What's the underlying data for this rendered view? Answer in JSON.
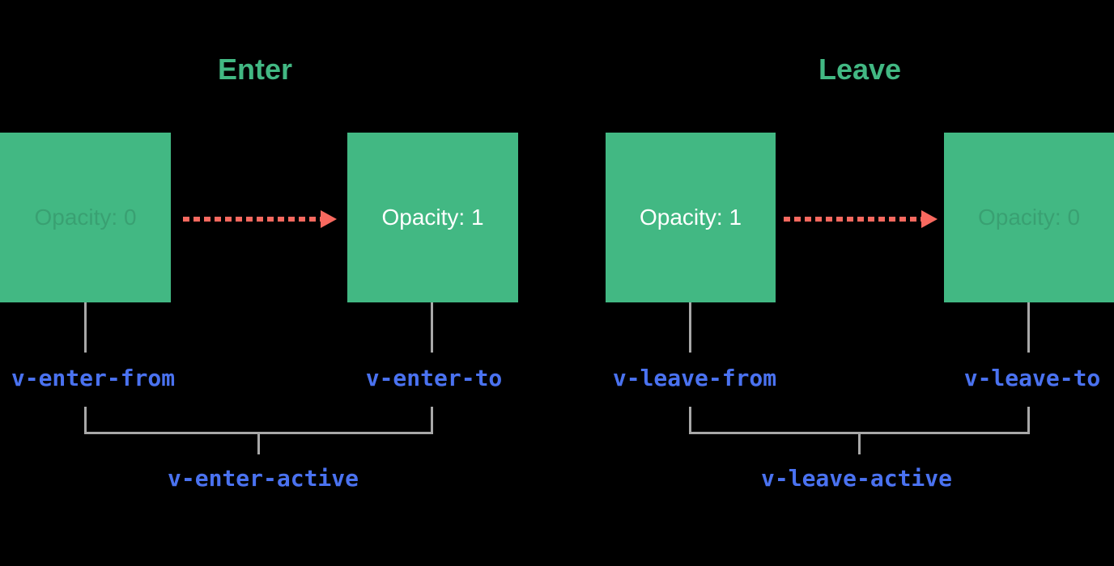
{
  "colors": {
    "background": "#000000",
    "green": "#42b883",
    "box_text_light": "#ffffff",
    "box_text_faded": "rgba(0,0,0,0.13)",
    "arrow_red": "#f8695f",
    "label_blue": "#4a72f0",
    "line_gray": "#a8a8a8"
  },
  "panels": [
    {
      "id": "enter",
      "title": "Enter",
      "from_box": {
        "label": "Opacity: 0",
        "state": "faded"
      },
      "to_box": {
        "label": "Opacity: 1",
        "state": "full"
      },
      "from_class": "v-enter-from",
      "to_class": "v-enter-to",
      "active_class": "v-enter-active"
    },
    {
      "id": "leave",
      "title": "Leave",
      "from_box": {
        "label": "Opacity: 1",
        "state": "full"
      },
      "to_box": {
        "label": "Opacity: 0",
        "state": "faded"
      },
      "from_class": "v-leave-from",
      "to_class": "v-leave-to",
      "active_class": "v-leave-active"
    }
  ]
}
